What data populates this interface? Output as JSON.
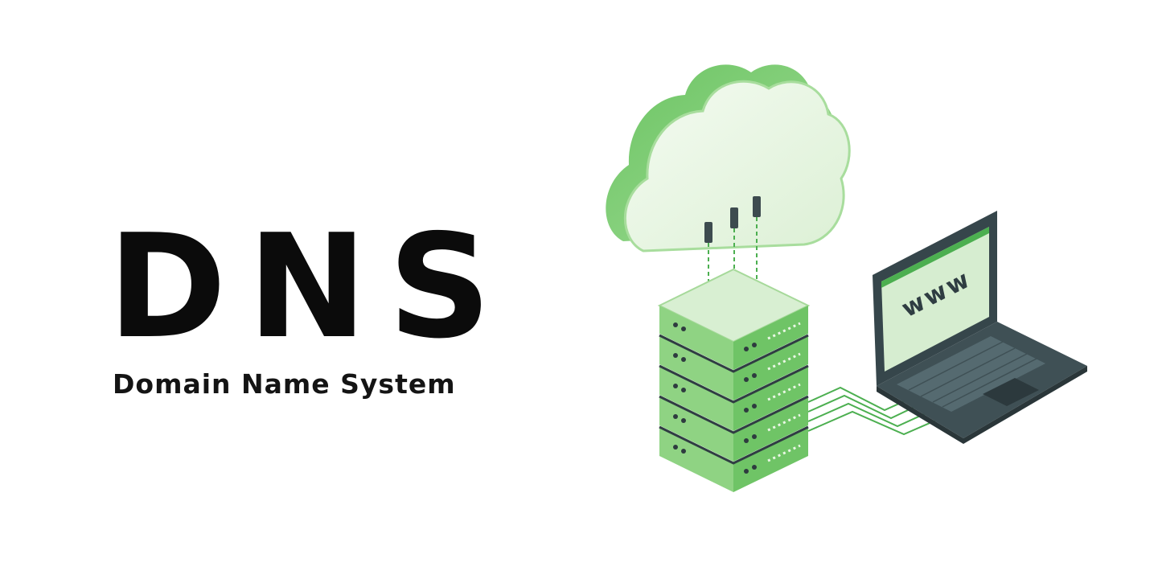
{
  "title": "DNS",
  "subtitle": "Domain Name System",
  "screen_text": "www",
  "icons": [
    "cloud-icon",
    "server-rack-icon",
    "laptop-icon",
    "network-cable-icon"
  ],
  "colors": {
    "background": "#ffffff",
    "text": "#0b0b0b",
    "green_dark": "#4caf50",
    "green_mid": "#7ccf72",
    "green_light": "#d8efd2",
    "green_pale": "#eef8ea",
    "laptop_dark": "#36464b",
    "screen_bg": "#d6edd0",
    "www_text": "#2f3d42"
  }
}
